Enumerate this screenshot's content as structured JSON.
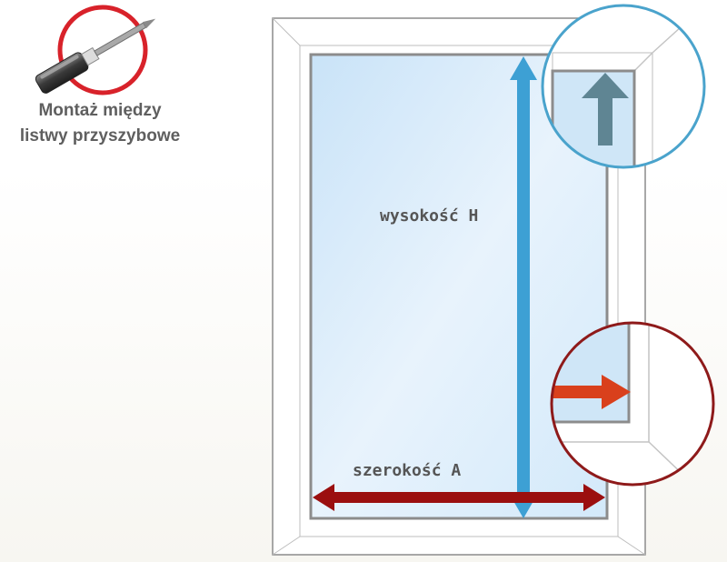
{
  "header": {
    "line1": "Montaż między",
    "line2": "listwy przyszybowe"
  },
  "labels": {
    "height": "wysokość H",
    "width": "szerokość A"
  },
  "icons": {
    "tool": "screwdriver-icon",
    "up_arrow": "arrow-up-icon",
    "right_arrow": "arrow-right-icon"
  },
  "colors": {
    "tool_ring": "#d8222a",
    "height_arrow": "#3da0d4",
    "width_arrow": "#9b0f0f",
    "zoom_top_ring": "#4aa3cc",
    "zoom_bottom_ring": "#8e1a1a",
    "zoom_up_arrow": "#5f8593",
    "zoom_right_arrow": "#d9401c",
    "glass": "#d6ecfb",
    "frame_gray": "#8c8c8c"
  }
}
